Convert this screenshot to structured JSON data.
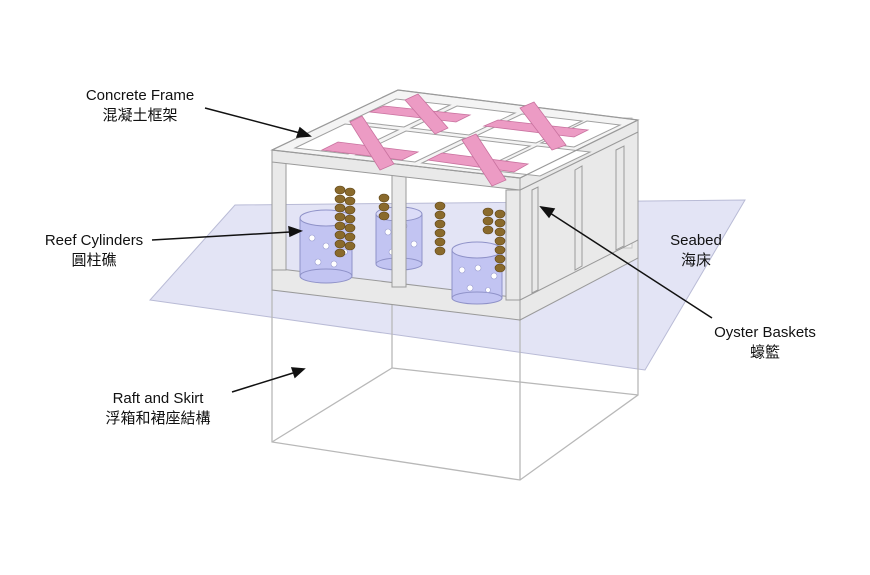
{
  "labels": {
    "concrete_frame": {
      "en": "Concrete Frame",
      "zh": "混凝土框架"
    },
    "reef_cylinders": {
      "en": "Reef Cylinders",
      "zh": "圓柱礁"
    },
    "seabed": {
      "en": "Seabed",
      "zh": "海床"
    },
    "oyster_baskets": {
      "en": "Oyster Baskets",
      "zh": "蠔籃"
    },
    "raft_and_skirt": {
      "en": "Raft and Skirt",
      "zh": "浮箱和裙座結構"
    }
  },
  "colors": {
    "frame_fill": "#e9e9e9",
    "frame_edge": "#9a9a9a",
    "seabed_fill": "#d9dbf2",
    "pink_beam": "#ec9bc4",
    "cylinder_fill": "#c2c4f2",
    "basket_brown": "#8a6a2c",
    "arrow": "#111111"
  }
}
